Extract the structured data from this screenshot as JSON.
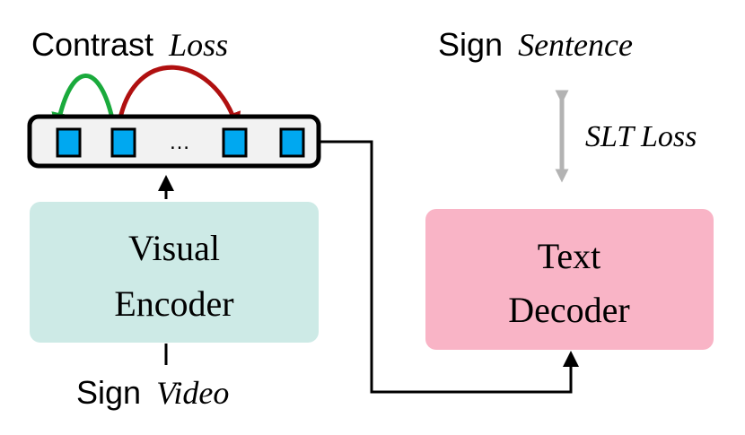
{
  "labels": {
    "contrast_prefix": "Contrast",
    "contrast_loss": "Loss",
    "sign_sentence_prefix": "Sign",
    "sign_sentence": "Sentence",
    "slt_loss": "SLT Loss",
    "visual_encoder_line1": "Visual",
    "visual_encoder_line2": "Encoder",
    "text_decoder_line1": "Text",
    "text_decoder_line2": "Decoder",
    "sign_video_prefix": "Sign",
    "sign_video": "Video",
    "ellipsis": "…"
  },
  "colors": {
    "token_fill": "#00a8f0",
    "encoder_fill": "#cdeae6",
    "decoder_fill": "#f9b4c6",
    "strip_fill": "#f2f2f2",
    "green_arrow": "#1aaa3c",
    "red_arrow": "#b01010",
    "gray_arrow": "#b3b3b3"
  }
}
